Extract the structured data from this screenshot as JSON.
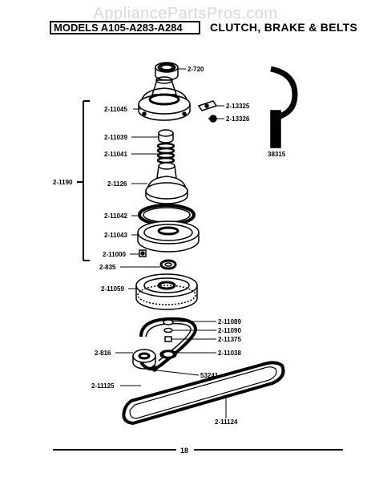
{
  "header": {
    "watermark": "AppliancePartsPros.com",
    "models": "MODELS A105-A283-A284",
    "section": "CLUTCH, BRAKE & BELTS"
  },
  "parts": {
    "p2_720": "2-720",
    "p2_11045": "2-11045",
    "p2_13325": "2-13325",
    "p2_13326": "2-13326",
    "p38315": "38315",
    "p2_11039": "2-11039",
    "p2_11041": "2-11041",
    "p2_1190": "2-1190",
    "p2_1126": "2-1126",
    "p2_11042": "2-11042",
    "p2_11043": "2-11043",
    "p2_11000": "2-11000",
    "p2_835": "2-835",
    "p2_11059": "2-11059",
    "p2_11089": "2-11089",
    "p2_11090": "2-11090",
    "p2_11375": "2-11375",
    "p2_816": "2-816",
    "p2_11038": "2-11038",
    "p53241": "53241",
    "p2_11125": "2-11125",
    "p2_11124": "2-11124"
  },
  "footer": {
    "page": "18"
  }
}
